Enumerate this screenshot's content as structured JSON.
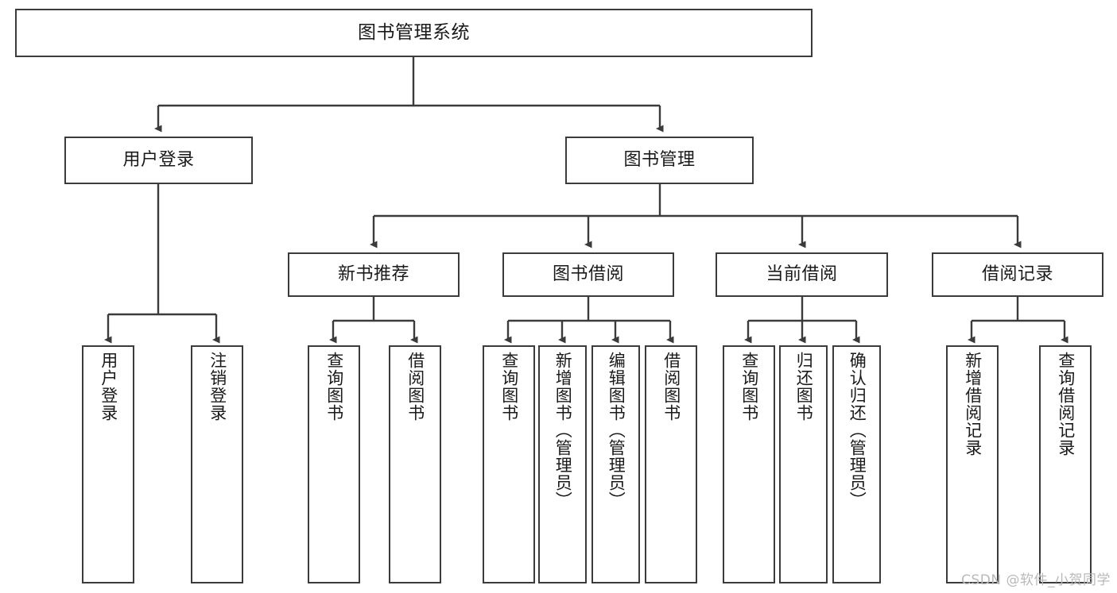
{
  "diagram": {
    "title": "图书管理系统",
    "watermark": "CSDN @软件_小贺同学",
    "colors": {
      "box_border": "#3b3b3b",
      "connector": "#3b3b3b",
      "text": "#1a1a1a",
      "background": "#ffffff",
      "watermark": "#b9b9b9"
    },
    "nodes": {
      "root": "图书管理系统",
      "level2": [
        "用户登录",
        "图书管理"
      ],
      "level3": [
        "新书推荐",
        "图书借阅",
        "当前借阅",
        "借阅记录"
      ],
      "leaves": {
        "user_login": [
          "用户登录",
          "注销登录"
        ],
        "new_book_recommend": [
          "查询图书",
          "借阅图书"
        ],
        "book_borrow": [
          "查询图书",
          "新增图书（管理员）",
          "编辑图书（管理员）",
          "借阅图书"
        ],
        "current_borrow": [
          "查询图书",
          "归还图书",
          "确认归还（管理员）"
        ],
        "borrow_record": [
          "新增借阅记录",
          "查询借阅记录"
        ]
      }
    }
  }
}
